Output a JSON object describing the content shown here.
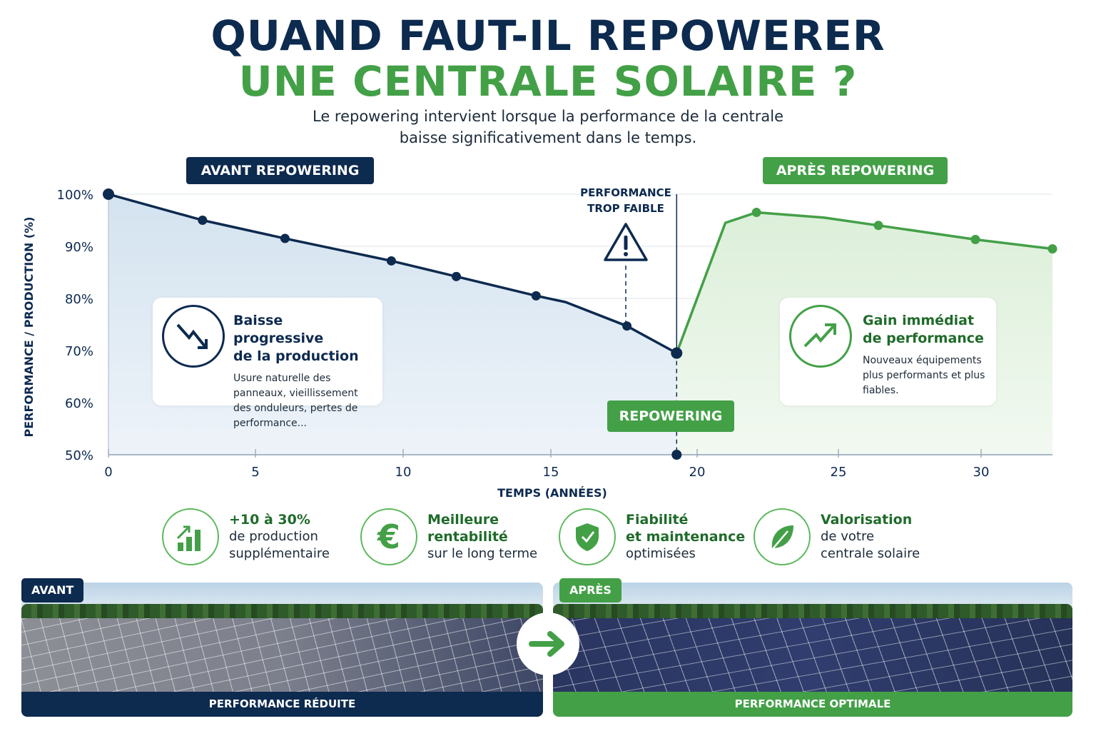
{
  "title": {
    "line1": "QUAND FAUT-IL REPOWERER",
    "line2": "UNE CENTRALE SOLAIRE ?"
  },
  "subtitle": {
    "line1": "Le repowering intervient lorsque la performance de la centrale",
    "line2": "baisse significativement dans le temps."
  },
  "phases": {
    "before": "AVANT REPOWERING",
    "after": "APRÈS REPOWERING"
  },
  "colors": {
    "navy": "#0d2a4f",
    "green": "#43a047"
  },
  "chart_data": {
    "type": "line",
    "xlabel": "TEMPS (ANNÉES)",
    "ylabel": "PERFORMANCE / PRODUCTION (%)",
    "xlim": [
      0,
      32.5
    ],
    "ylim": [
      50,
      100
    ],
    "x_ticks": [
      "0",
      "5",
      "10",
      "15",
      "20",
      "25",
      "30"
    ],
    "y_ticks": [
      "100%",
      "90%",
      "80%",
      "70%",
      "60%",
      "50%"
    ],
    "grid": true,
    "series": [
      {
        "name": "Avant repowering",
        "color": "#0d2a4f",
        "points": [
          [
            0,
            100
          ],
          [
            3.2,
            95
          ],
          [
            6,
            91.5
          ],
          [
            9.6,
            87.2
          ],
          [
            11.8,
            84.2
          ],
          [
            14.5,
            80.5
          ],
          [
            15.5,
            79.3
          ],
          [
            17.6,
            74.7
          ],
          [
            19.3,
            69.5
          ]
        ],
        "markers": [
          0,
          1,
          2,
          3,
          4,
          5,
          7,
          8
        ]
      },
      {
        "name": "Après repowering",
        "color": "#43a047",
        "points": [
          [
            19.3,
            69.5
          ],
          [
            21,
            94.5
          ],
          [
            22.1,
            96.5
          ],
          [
            24.5,
            95.5
          ],
          [
            26.4,
            94
          ],
          [
            29.8,
            91.3
          ],
          [
            32.5,
            89.5
          ]
        ],
        "markers": [
          2,
          4,
          5,
          6
        ]
      }
    ],
    "repowering_year": 19.3,
    "annotations": {
      "warning": {
        "line1": "PERFORMANCE",
        "line2": "TROP FAIBLE"
      },
      "repowering_label": "REPOWERING"
    }
  },
  "cards": {
    "decline": {
      "icon": "trend-down-icon",
      "title1": "Baisse progressive",
      "title2": "de la production",
      "text": "Usure naturelle des panneaux, vieillissement des onduleurs, pertes de performance..."
    },
    "gain": {
      "icon": "trend-up-icon",
      "title1": "Gain immédiat",
      "title2": "de performance",
      "text": "Nouveaux équipements plus performants et plus fiables."
    }
  },
  "benefits": [
    {
      "icon": "bar-chart-icon",
      "title": "+10 à 30%",
      "line1": "de production",
      "line2": "supplémentaire"
    },
    {
      "icon": "euro-icon",
      "title": "Meilleure",
      "line1": "rentabilité",
      "line2": "sur le long terme"
    },
    {
      "icon": "shield-icon",
      "title": "Fiabilité",
      "line1": "et maintenance",
      "line2": "optimisées"
    },
    {
      "icon": "leaf-icon",
      "title": "Valorisation",
      "line1": "de votre",
      "line2": "centrale solaire"
    }
  ],
  "photos": {
    "before": {
      "tag": "AVANT",
      "caption": "PERFORMANCE RÉDUITE"
    },
    "after": {
      "tag": "APRÈS",
      "caption": "PERFORMANCE OPTIMALE"
    }
  }
}
